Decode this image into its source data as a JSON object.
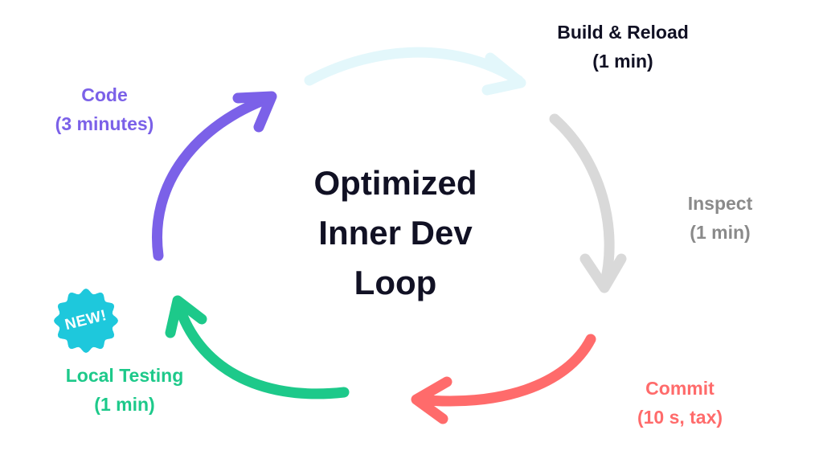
{
  "title": {
    "line1": "Optimized",
    "line2": "Inner Dev",
    "line3": "Loop"
  },
  "stages": {
    "build": {
      "name": "Build & Reload",
      "time": "(1 min)",
      "color": "#111124",
      "arrow_color": "#E3F7FB"
    },
    "inspect": {
      "name": "Inspect",
      "time": "(1 min)",
      "color": "#8A8A8A",
      "arrow_color": "#D9D9D9"
    },
    "commit": {
      "name": "Commit",
      "time": "(10 s, tax)",
      "color": "#FF6B6B",
      "arrow_color": "#FF6B6B"
    },
    "testing": {
      "name": "Local Testing",
      "time": "(1 min)",
      "color": "#1DC98A",
      "arrow_color": "#1DC98A"
    },
    "code": {
      "name": "Code",
      "time": "(3 minutes)",
      "color": "#7B61E8",
      "arrow_color": "#7B61E8"
    }
  },
  "badge": {
    "text": "NEW!",
    "color": "#1EC8DC"
  }
}
